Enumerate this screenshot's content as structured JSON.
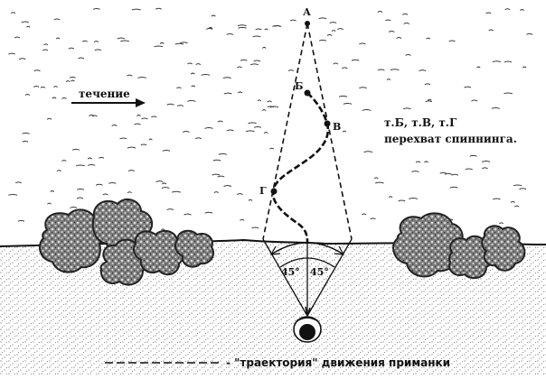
{
  "current": {
    "label": "течение"
  },
  "points": {
    "a": "А",
    "b": "Б",
    "v": "В",
    "g": "Г"
  },
  "note": {
    "line1": "т.Б, т.В, т.Г",
    "line2": "перехват  спиннинга."
  },
  "angles": {
    "left": "45°",
    "right": "45°"
  },
  "legend": {
    "text": "- \"траектория\" движения приманки"
  }
}
